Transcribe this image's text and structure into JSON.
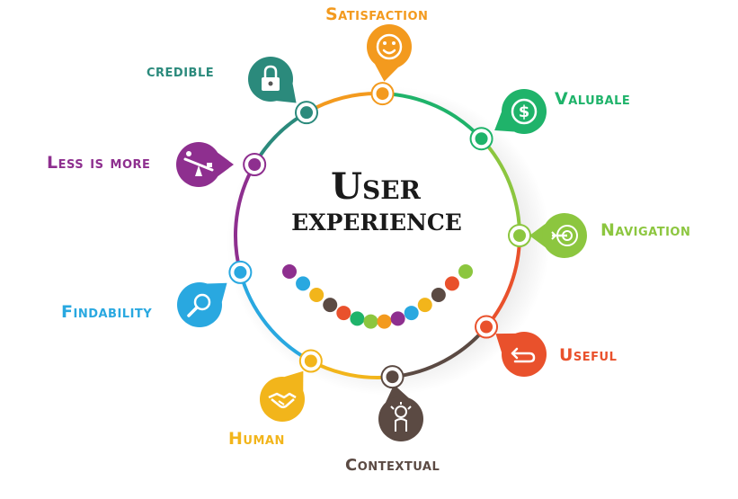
{
  "title": {
    "line1": "User",
    "line2": "experience"
  },
  "nodes": [
    {
      "id": "satisfaction",
      "label": "Satisfaction",
      "color": "#f39a1e",
      "icon": "smiley-icon"
    },
    {
      "id": "valubale",
      "label": "Valubale",
      "color": "#1fb36a",
      "icon": "dollar-icon"
    },
    {
      "id": "navigation",
      "label": "Navigation",
      "color": "#8cc63f",
      "icon": "compass-target-icon"
    },
    {
      "id": "useful",
      "label": "Useful",
      "color": "#e9512c",
      "icon": "return-arrow-icon"
    },
    {
      "id": "contextual",
      "label": "Contextual",
      "color": "#5b4a43",
      "icon": "person-bulb-icon"
    },
    {
      "id": "human",
      "label": "Human",
      "color": "#f2b51b",
      "icon": "handshake-icon"
    },
    {
      "id": "findability",
      "label": "Findability",
      "color": "#29a8e0",
      "icon": "magnifier-icon"
    },
    {
      "id": "less-is-more",
      "label": "Less is more",
      "color": "#8e2f8f",
      "icon": "seesaw-icon"
    },
    {
      "id": "credible",
      "label": "credible",
      "color": "#2b8a7c",
      "icon": "padlock-icon"
    }
  ],
  "smile_dot_colors": [
    "#8e2f8f",
    "#29a8e0",
    "#f2b51b",
    "#5b4a43",
    "#e9512c",
    "#1fb36a",
    "#8cc63f",
    "#f39a1e",
    "#8e2f8f",
    "#29a8e0",
    "#f2b51b",
    "#5b4a43",
    "#e9512c",
    "#8cc63f"
  ]
}
